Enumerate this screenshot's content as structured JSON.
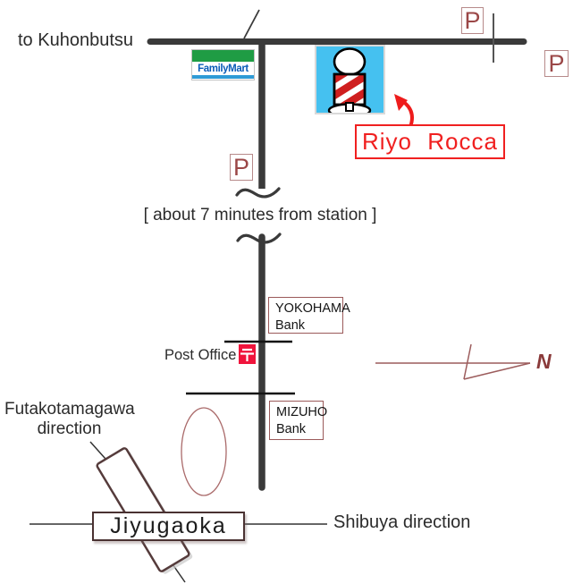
{
  "map": {
    "destination_label": "to Kuhonbutsu",
    "station_note": "[ about 7 minutes from station ]",
    "shop": {
      "name": "Riyo Rocca"
    },
    "landmarks": {
      "familymart": "FamilyMart",
      "post_office": "Post Office",
      "yokohama_bank": {
        "line1": "YOKOHAMA",
        "line2": "Bank"
      },
      "mizuho_bank": {
        "line1": "MIZUHO",
        "line2": "Bank"
      }
    },
    "parking_label": "P",
    "station": {
      "name": "Jiyugaoka"
    },
    "directions": {
      "futakotamagawa_line1": "Futakotamagawa",
      "futakotamagawa_line2": "direction",
      "shibuya": "Shibuya direction"
    },
    "compass": {
      "north_label": "N"
    },
    "colors": {
      "road_gray": "#3a3a3a",
      "accent_red": "#ee1c1c",
      "map_brown": "#9b4a4a",
      "barber_sign_blue": "#45c1f0",
      "familymart_green": "#1f9c44",
      "familymart_blue": "#0a5cb8",
      "familymart_stripe": "#2e9bd6",
      "post_mark_red": "#f0143c"
    }
  }
}
